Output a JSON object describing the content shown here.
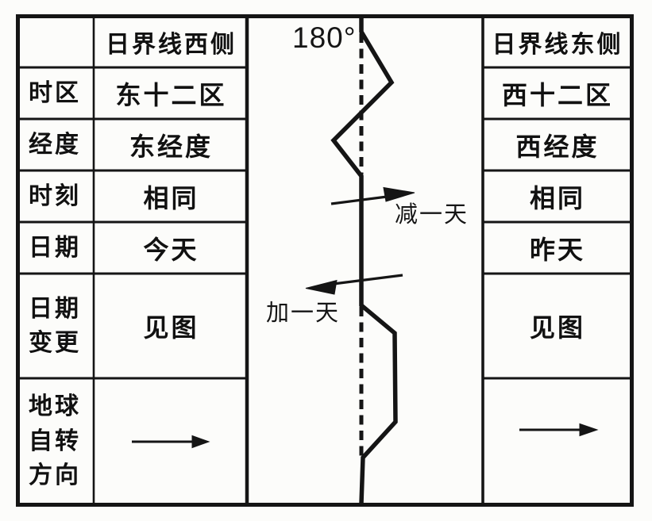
{
  "diagram": {
    "meridian_label": "180°",
    "subtract_day_label": "减一天",
    "add_day_label": "加一天",
    "meridian_line": "dashed 180° meridian",
    "date_line": "solid zigzag international date line"
  },
  "table": {
    "west_header": "日界线西侧",
    "east_header": "日界线东侧",
    "rows": [
      {
        "label": "时区",
        "west": "东十二区",
        "east": "西十二区"
      },
      {
        "label": "经度",
        "west": "东经度",
        "east": "西经度"
      },
      {
        "label": "时刻",
        "west": "相同",
        "east": "相同"
      },
      {
        "label": "日期",
        "west": "今天",
        "east": "昨天"
      },
      {
        "label": "日期\n变更",
        "west": "见图",
        "east": "见图"
      }
    ],
    "rotation_row": {
      "label": "地球\n自转\n方向",
      "west_icon": "right-arrow",
      "east_icon": "right-arrow"
    }
  },
  "colors": {
    "line": "#151515",
    "text": "#111111",
    "background": "#fcfcfa"
  }
}
